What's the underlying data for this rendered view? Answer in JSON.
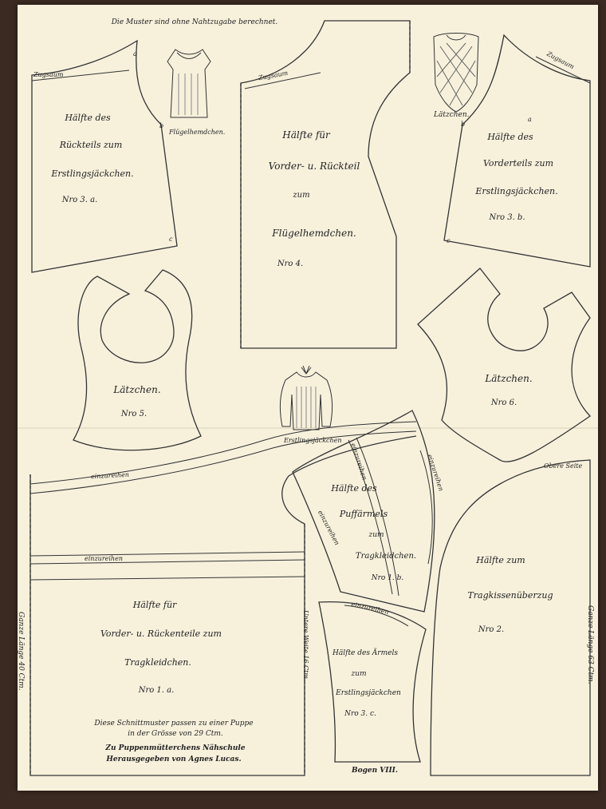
{
  "header_note": "Die Muster sind ohne Nahtzugabe berechnet.",
  "patterns": {
    "p3a": {
      "lines": [
        "Hälfte des",
        "Rückteils zum",
        "Erstlingsjäckchen.",
        "Nro 3. a."
      ],
      "hem": "Zugsaum",
      "marks": [
        "a",
        "b",
        "c"
      ]
    },
    "p4": {
      "lines": [
        "Hälfte für",
        "Vorder- u. Rückteil",
        "zum",
        "Flügelhemdchen.",
        "Nro 4."
      ],
      "hem": "Zugsaum"
    },
    "p3b": {
      "lines": [
        "Hälfte des",
        "Vorderteils zum",
        "Erstlingsjäckchen.",
        "Nro 3. b."
      ],
      "hem": "Zugsaum",
      "marks": [
        "a",
        "b",
        "c"
      ]
    },
    "p5": {
      "lines": [
        "Lätzchen.",
        "Nro 5."
      ]
    },
    "p6": {
      "lines": [
        "Lätzchen.",
        "Nro 6."
      ]
    },
    "p1b": {
      "lines": [
        "Hälfte des",
        "Puffärmels",
        "zum",
        "Tragkleidchen.",
        "Nro 1. b."
      ],
      "gather": "einzureihen"
    },
    "p2": {
      "lines": [
        "Hälfte zum",
        "Tragkissenüberzug",
        "Nro 2."
      ],
      "top": "Obere Seite",
      "side": "Ganze Länge 63 Ctm."
    },
    "p1a": {
      "lines": [
        "Hälfte für",
        "Vorder- u. Rückenteile zum",
        "Tragkleidchen.",
        "Nro 1. a."
      ],
      "gather": "einzureihen",
      "side": "Ganze Länge 40 Ctm.",
      "width": "Untere Weite 16 Ctm."
    },
    "p3c": {
      "lines": [
        "Hälfte des Ärmels",
        "zum",
        "Erstlingsjäckchen",
        "Nro 3. c."
      ],
      "gather": "einzureihen"
    }
  },
  "illustrations": {
    "shirt": "Flügelhemdchen.",
    "bib": "Lätzchen.",
    "jacket": "Erstlingsjäckchen"
  },
  "footer": {
    "note1": "Diese Schnittmuster passen zu einer Puppe",
    "note2": "in der Grösse von 29 Ctm.",
    "publisher1": "Zu Puppenmütterchens Nähschule",
    "publisher2": "Herausgegeben von Agnes Lucas.",
    "sheet": "Bogen VIII."
  }
}
